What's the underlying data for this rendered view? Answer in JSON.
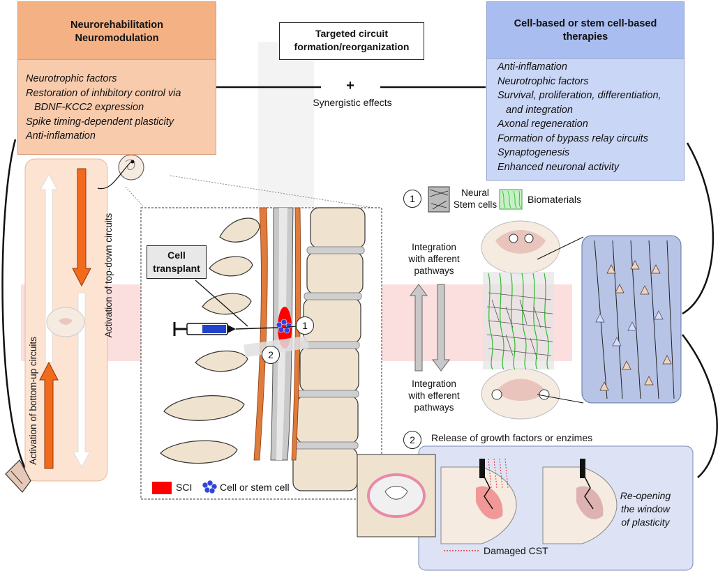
{
  "left_box": {
    "title_line1": "Neurorehabilitation",
    "title_line2": "Neuromodulation",
    "items": [
      "Neurotrophic factors",
      "Restoration of inhibitory control via",
      "BDNF-KCC2 expression",
      "Spike timing-dependent plasticity",
      "Anti-inflamation"
    ]
  },
  "center_box": {
    "title_line1": "Targeted circuit",
    "title_line2": "formation/reorganization",
    "plus": "+",
    "synergy": "Synergistic effects"
  },
  "right_box": {
    "title_line1": "Cell-based or stem cell-based",
    "title_line2": "therapies",
    "items": [
      "Anti-inflamation",
      "Neurotrophic factors",
      "Survival, proliferation, differentiation,",
      "and integration",
      "Axonal regeneration",
      "Formation of bypass relay circuits",
      "Synaptogenesis",
      "Enhanced neuronal activity"
    ]
  },
  "left_panel": {
    "top_down": "Activation of top-down circuits",
    "bottom_up": "Activation of  bottom-up circuits"
  },
  "spine_panel": {
    "cell_transplant_line1": "Cell",
    "cell_transplant_line2": "transplant",
    "marker1": "1",
    "marker2": "2",
    "legend_sci": "SCI",
    "legend_cell": "Cell or stem cell"
  },
  "legend1": {
    "num": "1",
    "neural_line1": "Neural",
    "neural_line2": "Stem cells",
    "biomaterials": "Biomaterials"
  },
  "integration": {
    "afferent_line1": "Integration",
    "afferent_line2": "with afferent",
    "afferent_line3": "pathways",
    "efferent_line1": "Integration",
    "efferent_line2": "with efferent",
    "efferent_line3": "pathways"
  },
  "section2": {
    "num": "2",
    "title": "Release of growth factors or enzimes",
    "reopen_line1": "Re-opening",
    "reopen_line2": "the window",
    "reopen_line3": "of plasticity",
    "damaged": "Damaged CST"
  },
  "colors": {
    "orange_box": "#f8cbad",
    "orange_head": "#f4b183",
    "blue_box": "#c9d6f5",
    "blue_head": "#a9bdf0",
    "arrow_orange": "#f26a1b",
    "sci_red": "#ff0000",
    "cell_blue": "#3344dd",
    "pink_band": "#fbdcdc"
  }
}
